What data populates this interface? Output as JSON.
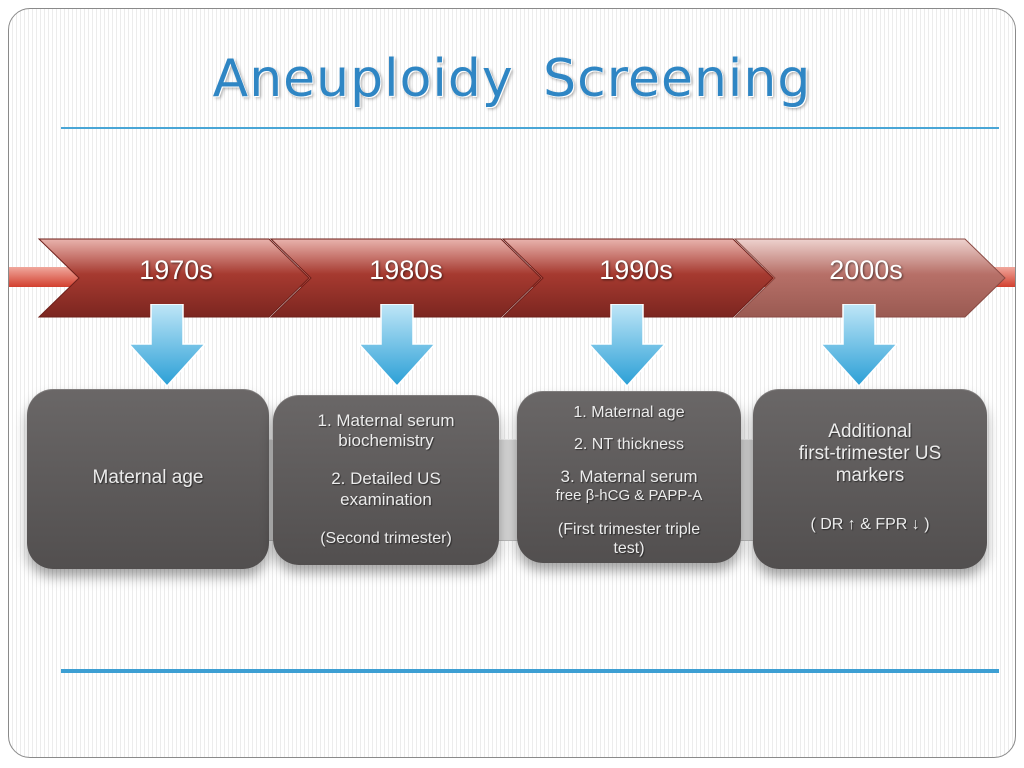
{
  "title": "Aneuploidy  Screening",
  "eras": [
    "1970s",
    "1980s",
    "1990s",
    "2000s"
  ],
  "cards": {
    "c1": {
      "line1": "Maternal age"
    },
    "c2": {
      "item1_a": "1. Maternal serum",
      "item1_b": "biochemistry",
      "item2_a": "2. Detailed US",
      "item2_b": "examination",
      "note": "(Second  trimester)"
    },
    "c3": {
      "item1": "1. Maternal age",
      "item2": "2. NT thickness",
      "item3_a": "3. Maternal serum",
      "item3_b": "free β-hCG & PAPP-A",
      "note_a": "(First  trimester triple",
      "note_b": "test)"
    },
    "c4": {
      "line1": "Additional",
      "line2": "first-trimester US",
      "line3": "markers",
      "note": "(  DR ↑  &   FPR ↓ )"
    }
  },
  "colors": {
    "title": "#2f86c4",
    "chevron_dark": "#8f2d25",
    "chevron_light": "#c9857d",
    "arrow": "#49b4e2",
    "card": "#5e5b5b",
    "rule": "#4aa6d6"
  }
}
